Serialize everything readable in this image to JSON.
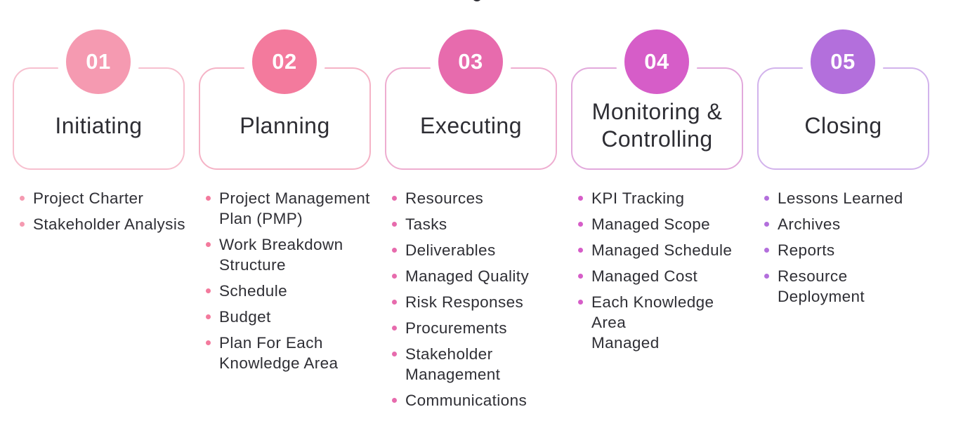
{
  "phases": [
    {
      "number": "01",
      "title": "Initiating",
      "color": "#f59ab1",
      "box_border": "#f7c0cf",
      "items": [
        "Project Charter",
        "Stakeholder Analysis"
      ]
    },
    {
      "number": "02",
      "title": "Planning",
      "color": "#f37a9d",
      "box_border": "#f5b3c6",
      "items": [
        "Project Management\nPlan (PMP)",
        "Work Breakdown\nStructure",
        "Schedule",
        "Budget",
        "Plan For Each\nKnowledge Area"
      ]
    },
    {
      "number": "03",
      "title": "Executing",
      "color": "#e76bad",
      "box_border": "#eeadd0",
      "items": [
        "Resources",
        "Tasks",
        "Deliverables",
        "Managed Quality",
        "Risk Responses",
        "Procurements",
        "Stakeholder\nManagement",
        "Communications"
      ]
    },
    {
      "number": "04",
      "title": "Monitoring &\nControlling",
      "color": "#d65dc8",
      "box_border": "#e2a9dc",
      "items": [
        "KPI Tracking",
        "Managed Scope",
        "Managed Schedule",
        "Managed Cost",
        "Each Knowledge Area\nManaged"
      ]
    },
    {
      "number": "05",
      "title": "Closing",
      "color": "#b36fdc",
      "box_border": "#d2b3ec",
      "items": [
        "Lessons Learned",
        "Archives",
        "Reports",
        "Resource Deployment"
      ]
    }
  ],
  "top_fragment_color": "#2d2d33"
}
